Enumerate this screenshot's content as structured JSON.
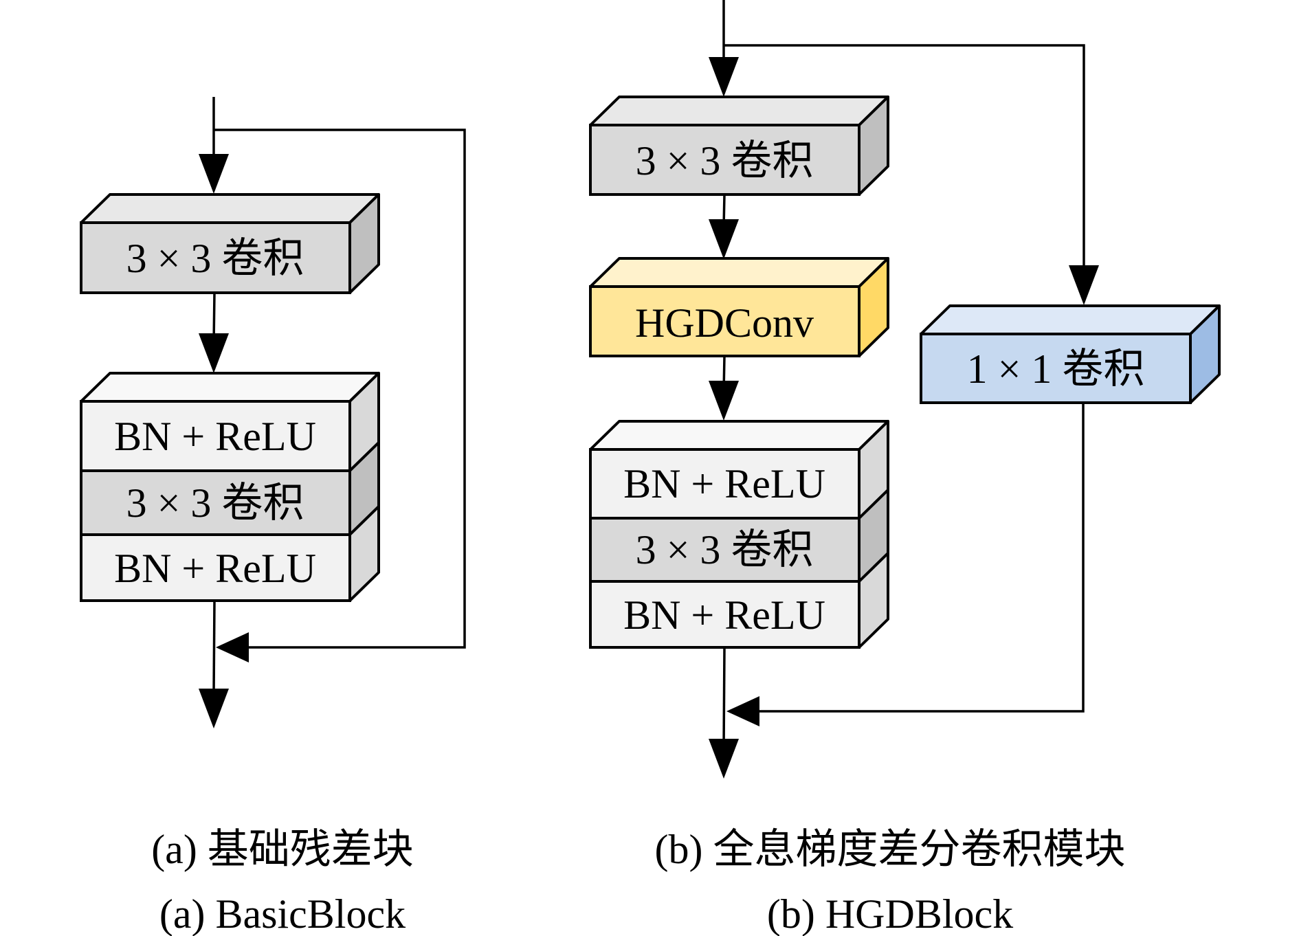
{
  "colors": {
    "stroke": "#000000",
    "conv_gray": {
      "front": "#d9d9d9",
      "top": "#e8e8e8",
      "side": "#bfbfbf"
    },
    "bn_light": {
      "front": "#f2f2f2",
      "top": "#f8f8f8",
      "side": "#d9d9d9"
    },
    "hgdconv_yellow": {
      "front": "#ffe699",
      "top": "#fff2cc",
      "side": "#ffd966"
    },
    "conv1x1_blue": {
      "front": "#c6d9f0",
      "top": "#dde8f7",
      "side": "#9dbce4"
    }
  },
  "basic_block": {
    "conv1": "3 × 3 卷积",
    "stack": [
      "BN + ReLU",
      "3 × 3 卷积",
      "BN + ReLU"
    ],
    "caption_cn": "(a) 基础残差块",
    "caption_en": "(a) BasicBlock"
  },
  "hgd_block": {
    "conv1": "3 × 3 卷积",
    "hgdconv": "HGDConv",
    "stack": [
      "BN + ReLU",
      "3 × 3 卷积",
      "BN + ReLU"
    ],
    "shortcut": "1 × 1 卷积",
    "caption_cn": "(b) 全息梯度差分卷积模块",
    "caption_en": "(b) HGDBlock"
  }
}
